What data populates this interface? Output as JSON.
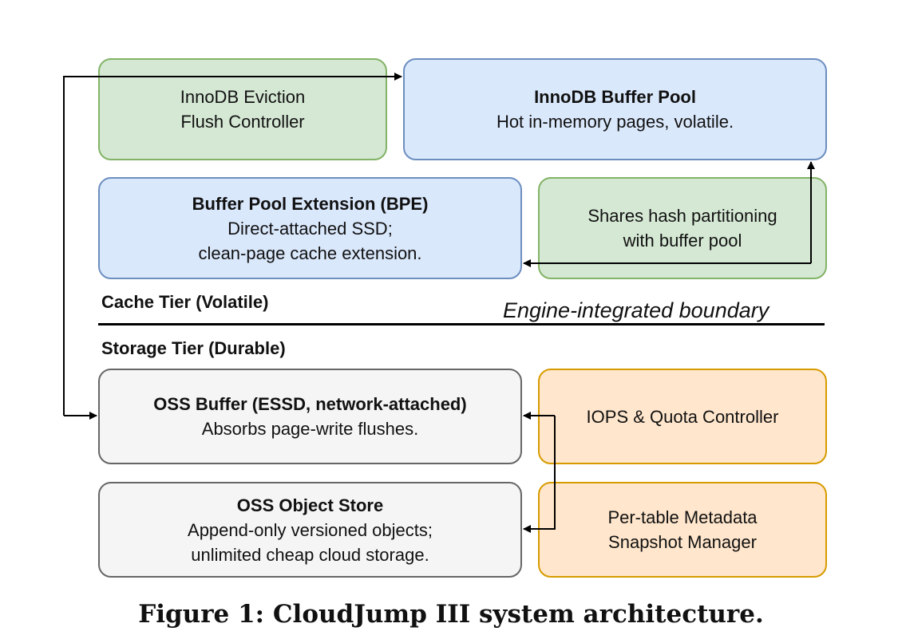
{
  "cache_tier": {
    "label": "Cache Tier (Volatile)",
    "eviction": {
      "line1": "InnoDB Eviction",
      "line2": "Flush Controller"
    },
    "buffer_pool": {
      "title": "InnoDB Buffer Pool",
      "line1": "Hot in-memory pages, volatile."
    },
    "bpe": {
      "title": "Buffer Pool Extension (BPE)",
      "line1": "Direct-attached SSD;",
      "line2": "clean-page cache extension."
    },
    "hash": {
      "line1": "Shares hash partitioning",
      "line2": "with buffer pool"
    }
  },
  "boundary_label": "Engine-integrated boundary",
  "storage_tier": {
    "label": "Storage Tier (Durable)",
    "oss_buffer": {
      "title": "OSS Buffer (ESSD, network-attached)",
      "line1": "Absorbs page-write flushes."
    },
    "iops": {
      "line1": "IOPS & Quota Controller"
    },
    "object_store": {
      "title": "OSS Object Store",
      "line1": "Append-only versioned objects;",
      "line2": "unlimited cheap cloud storage."
    },
    "metadata": {
      "line1": "Per-table Metadata",
      "line2": "Snapshot Manager"
    }
  },
  "caption": "Figure 1: CloudJump III system architecture.",
  "colors": {
    "green_fill": "#d5e8d4",
    "green_stroke": "#82b366",
    "blue_fill": "#dae8fc",
    "blue_stroke": "#6c8ebf",
    "gray_fill": "#f5f5f5",
    "gray_stroke": "#666666",
    "orange_fill": "#ffe6cc",
    "orange_stroke": "#d79b00"
  }
}
